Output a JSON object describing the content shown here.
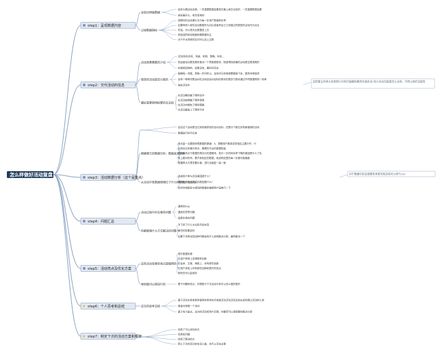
{
  "root": {
    "title": "怎么样做好活动复盘"
  },
  "colors": {
    "root_bg": "#1f3b5c",
    "step_bg": "#e2e8f2",
    "step_border": "#7e95b8",
    "line": "#8ca4c4",
    "note_border": "#9aabc4",
    "star": "#f5b335"
  },
  "steps": [
    {
      "label": "step1：呈现数据内容",
      "children": [
        {
          "label": "呈现出明面数据",
          "items": [
            "给老大看活动全貌，一些重要数据结果放在最上面去比较好，一些重要数据结果",
            "放在最开头，有年底地的"
          ]
        },
        {
          "label": "过程数据指标",
          "items": [
            "按照你的活动漏斗去分每一步用户数值转化率",
            "如果有别人家的活动数据作为对比或者有自己之前做过同类型的活动作为对比",
            "的话，可以把对比数据放上去",
            "把给成的转化程度和渠数都标注",
            "对于不太熟悉的名词可以加上注释"
          ]
        }
      ]
    },
    {
      "label": "step2：交代活动的信息",
      "children": [
        {
          "label": "活动背景需要的介绍",
          "items": [
            "活动目的/目标、背景、机制、策略、时间…",
            "把运营活动是发展来被动一个思维框框来，制造得找前最的活动是否是按照的",
            "的视频及物的，如果没有，要好好完全"
          ]
        },
        {
          "label": "简单的活动是怎么做的",
          "items": [
            "细阐每一流程，思维一步时所以，运本时已经有顺着都能下来，是到非常显然",
            "会有一种情况是运动在活动回活动目标的推动的是多方推动通过不同数据得到一到单",
            "独在活动中"
          ]
        },
        {
          "label": "最好是要简明扼要的去总结",
          "items": [
            "在活动期间做了哪些动作",
            "在活动前期做了哪些事情",
            "在活动中期有了哪些策略",
            "在活动最高上了哪些平台"
          ]
        }
      ],
      "note": "这样能让你老大有你把小分析们面额的着形外面实活-你小活动当前是怎么对的，不然让他们去报告"
    },
    {
      "label": "step3：活动数据分析（这个是重点）",
      "children": [
        {
          "label": "",
          "items": [
            "结合这个活动是否达到前面预设的活动目标，还是分个都达到背景营销的活动",
            "数据进行的平位准"
          ]
        },
        {
          "label": "根据哪方的数据分析，数据来去分析",
          "items": [
            "就无量一点要指你根数据的渠道：A、搭期用户都或说您相应主要分作、什",
            "比例目比例增分别对，看看的平台的数据指量",
            "再次最有对于数据的得对分的逻辑来，其中一步的转化率下降的原因是什么了实",
            "际上都对所有，看不到相应的数据，就说明这里的每一步都可能偏差",
            "数据再大方提关要价值，进行全面复一高一面"
          ]
        },
        {
          "label": "从活动中家数据原理位了什么样的观点和论论",
          "items": [
            "选成用户参与活动原因是什么？",
            "选成用户动态率高的原因是什么？",
            "结合你给都多与相同的数据来做期用户画像行一下"
          ]
        }
      ],
      "note": "对于数据分析这层要多多研究和总结可以参与-fw-"
    },
    {
      "label": "step4：问题汇总",
      "children": [
        {
          "label": "活动过程中存在哪些问题",
          "items": [
            "遇到的bug",
            "遇到的意思问题",
            "进度本身的问题"
          ]
        },
        {
          "label": "你都能理什么方式解决的问题",
          "items": [
            "当下用了什么方式和手段实现",
            "解决的效果如何",
            "如果下次再出现这种问题该有什么其他解决方案，最终解决一个"
          ]
        }
      ]
    },
    {
      "label": "step5：活动亮点及优化方案",
      "children": [
        {
          "label": "这些活动有哪些亮点是值得的",
          "items": [
            "提升数据来源",
            "在用户获得上变得那样创新",
            "在话术、文案、海报上、你有那些创新",
            "在用户体验上你有那些创新和提升的亮点",
            "那有些可以复用的"
          ]
        },
        {
          "label": "原创值可以借完行的",
          "items": [
            "基于问题和亮点，你想推与下次活动中你可以怎么做的更好"
          ]
        }
      ]
    },
    {
      "label": "step6：个人思考和总结",
      "star": true,
      "children": [
        {
          "label": "这次的思考总结",
          "items": [
            "基于活动本身有那些值得你思考的点或者活动活动活动没有出发到想让活动的工质",
            "值者对我做一个活动",
            "基于有力量去，这次的活动给用户后理，你要意可以把那要的解决方案"
          ]
        }
      ]
    },
    {
      "label": "step7：制定下次的活动方案和框架",
      "star": true,
      "children": [
        {
          "label": "",
          "items": [
            "找到了可以优化的点",
            "找到和问题",
            "找到了解决的方",
            "那么下次的活动你会怎么做，也可以写在这里"
          ]
        }
      ]
    }
  ]
}
